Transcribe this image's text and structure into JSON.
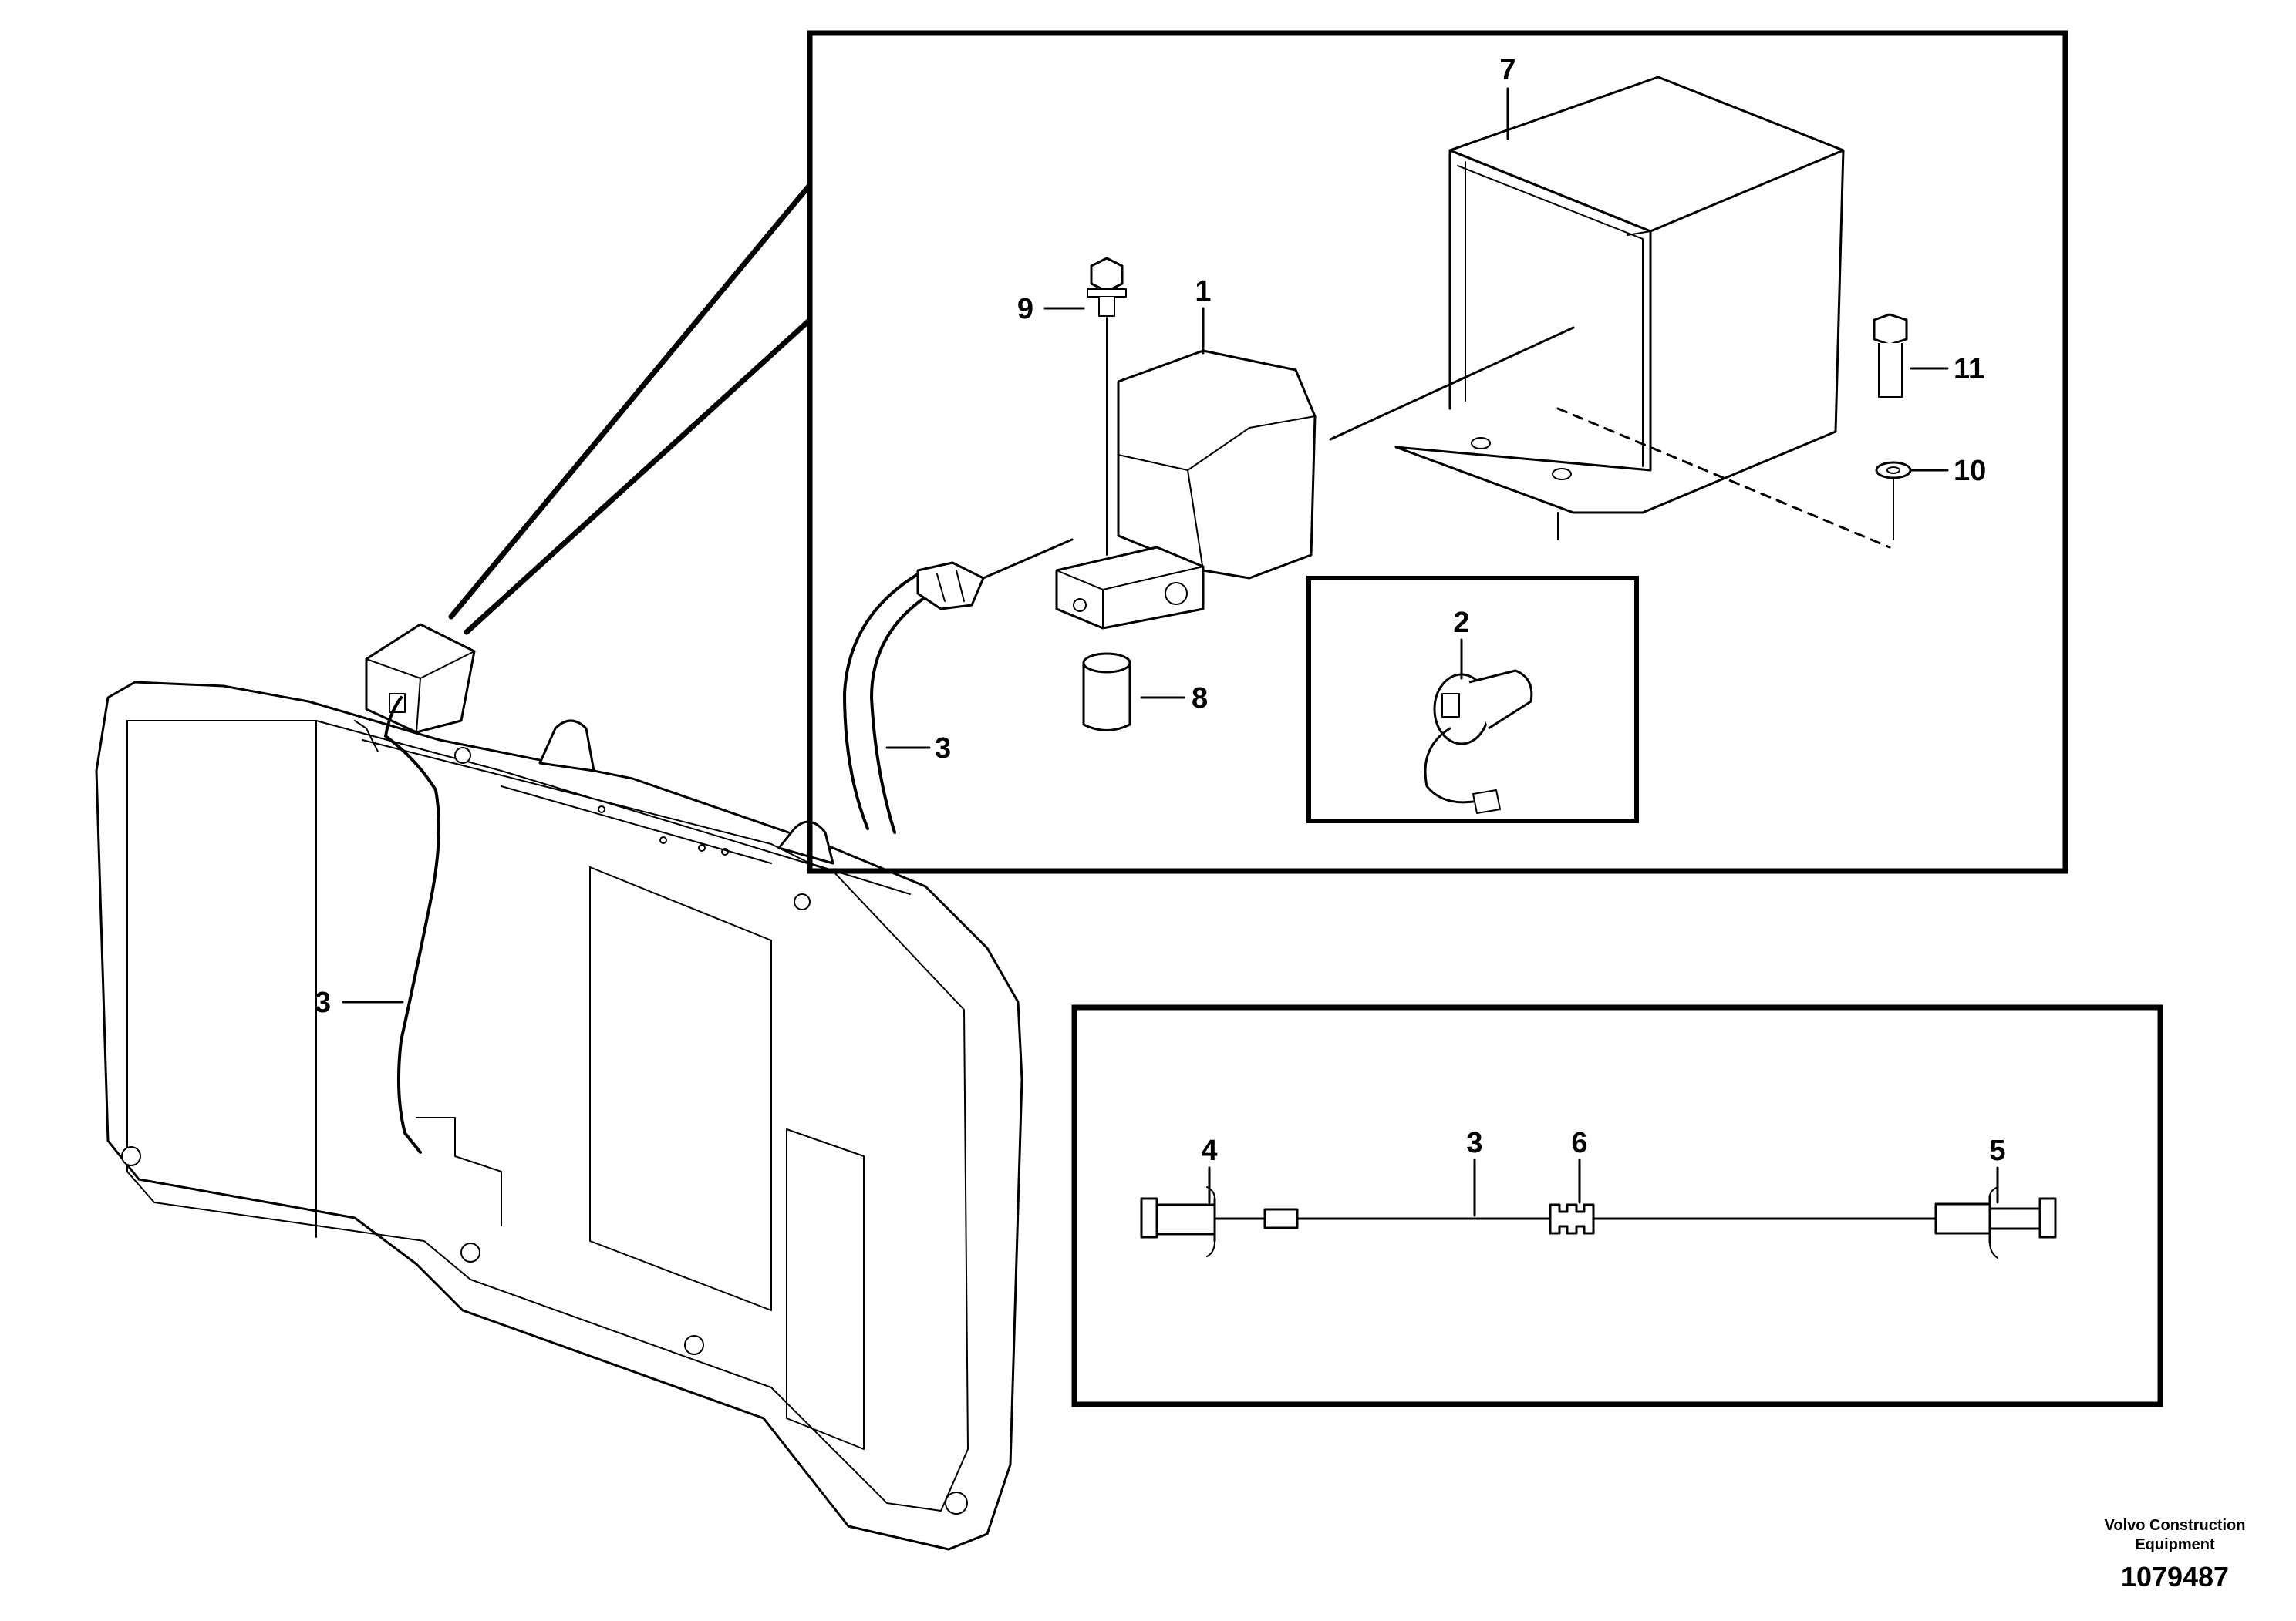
{
  "callouts": {
    "n1": "1",
    "n2": "2",
    "n3_detail": "3",
    "n3_main": "3",
    "n3_wire": "3",
    "n4": "4",
    "n5": "5",
    "n6": "6",
    "n7": "7",
    "n8": "8",
    "n9": "9",
    "n10": "10",
    "n11": "11"
  },
  "footer": {
    "brand_line1": "Volvo Construction",
    "brand_line2": "Equipment",
    "drawing_number": "1079487"
  },
  "colors": {
    "ink": "#000000",
    "paper": "#ffffff"
  }
}
